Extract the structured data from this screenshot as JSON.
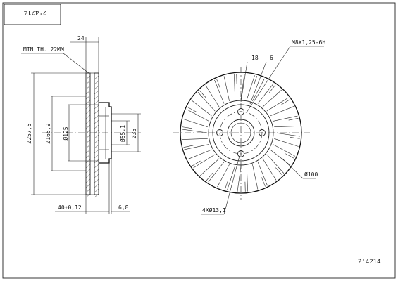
{
  "title_block": {
    "code_mirrored": "2'4214",
    "code": "2'4214"
  },
  "side_view": {
    "thickness_label": "24",
    "min_thickness_label": "MIN TH. 22MM",
    "outer_diameter_label": "Ø257,5",
    "hat_diameter_label": "Ø165,9",
    "hub_diameter_label": "Ø125",
    "center_bore_label": "Ø55,1",
    "height_label": "Ø35",
    "height_tol_label": "40±0,12",
    "hub_thickness_label": "6,8"
  },
  "front_view": {
    "vane_count_label": "18",
    "vane_label_2": "6",
    "thread_label": "M8X1,25-6H",
    "pcd_label": "Ø100",
    "holes_label": "4XØ13,1"
  }
}
